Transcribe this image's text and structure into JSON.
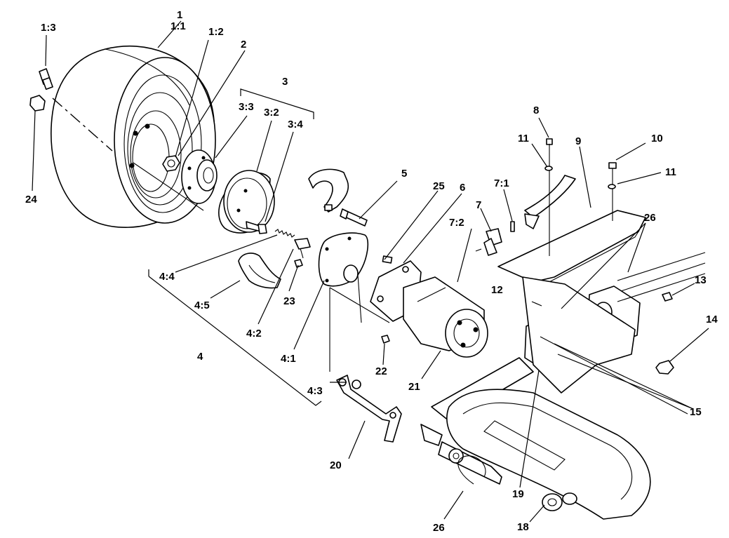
{
  "labels": {
    "l1": "1",
    "l1_1": "1:1",
    "l1_2": "1:2",
    "l1_3": "1:3",
    "l2": "2",
    "l3": "3",
    "l3_2": "3:2",
    "l3_3": "3:3",
    "l3_4": "3:4",
    "l4": "4",
    "l4_1": "4:1",
    "l4_2": "4:2",
    "l4_3": "4:3",
    "l4_4": "4:4",
    "l4_5": "4:5",
    "l5": "5",
    "l6": "6",
    "l7": "7",
    "l7_1": "7:1",
    "l7_2": "7:2",
    "l8": "8",
    "l9": "9",
    "l10": "10",
    "l11a": "11",
    "l11b": "11",
    "l12": "12",
    "l13": "13",
    "l14": "14",
    "l15": "15",
    "l18": "18",
    "l19": "19",
    "l20": "20",
    "l21": "21",
    "l22": "22",
    "l23": "23",
    "l24": "24",
    "l25": "25",
    "l26a": "26",
    "l26b": "26"
  }
}
